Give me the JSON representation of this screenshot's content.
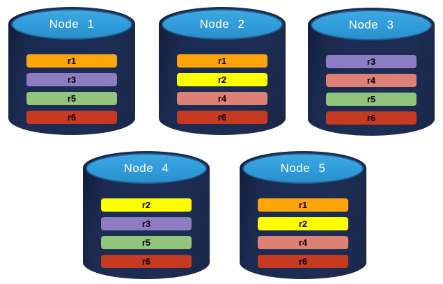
{
  "colors": {
    "background": "#FFFFFF",
    "cylinder_body": "#1C2B52",
    "cylinder_body_shadow": "#121D3B",
    "cylinder_top_fill": "#2F9CD9",
    "cylinder_top_border": "#1E5F97",
    "node_label_color": "#FFFFFF",
    "replica_text_color": "#000000"
  },
  "replica_colors": {
    "r1": "#FFA40B",
    "r2": "#FFFF00",
    "r3": "#8E7CC3",
    "r4": "#DC8173",
    "r5": "#93C47D",
    "r6": "#C53A20"
  },
  "nodes": [
    {
      "label": "Node 1",
      "replicas": [
        "r1",
        "r3",
        "r5",
        "r6"
      ]
    },
    {
      "label": "Node 2",
      "replicas": [
        "r1",
        "r2",
        "r4",
        "r6"
      ]
    },
    {
      "label": "Node 3",
      "replicas": [
        "r3",
        "r4",
        "r5",
        "r6"
      ]
    },
    {
      "label": "Node 4",
      "replicas": [
        "r2",
        "r3",
        "r5",
        "r6"
      ]
    },
    {
      "label": "Node 5",
      "replicas": [
        "r1",
        "r2",
        "r4",
        "r6"
      ]
    }
  ]
}
